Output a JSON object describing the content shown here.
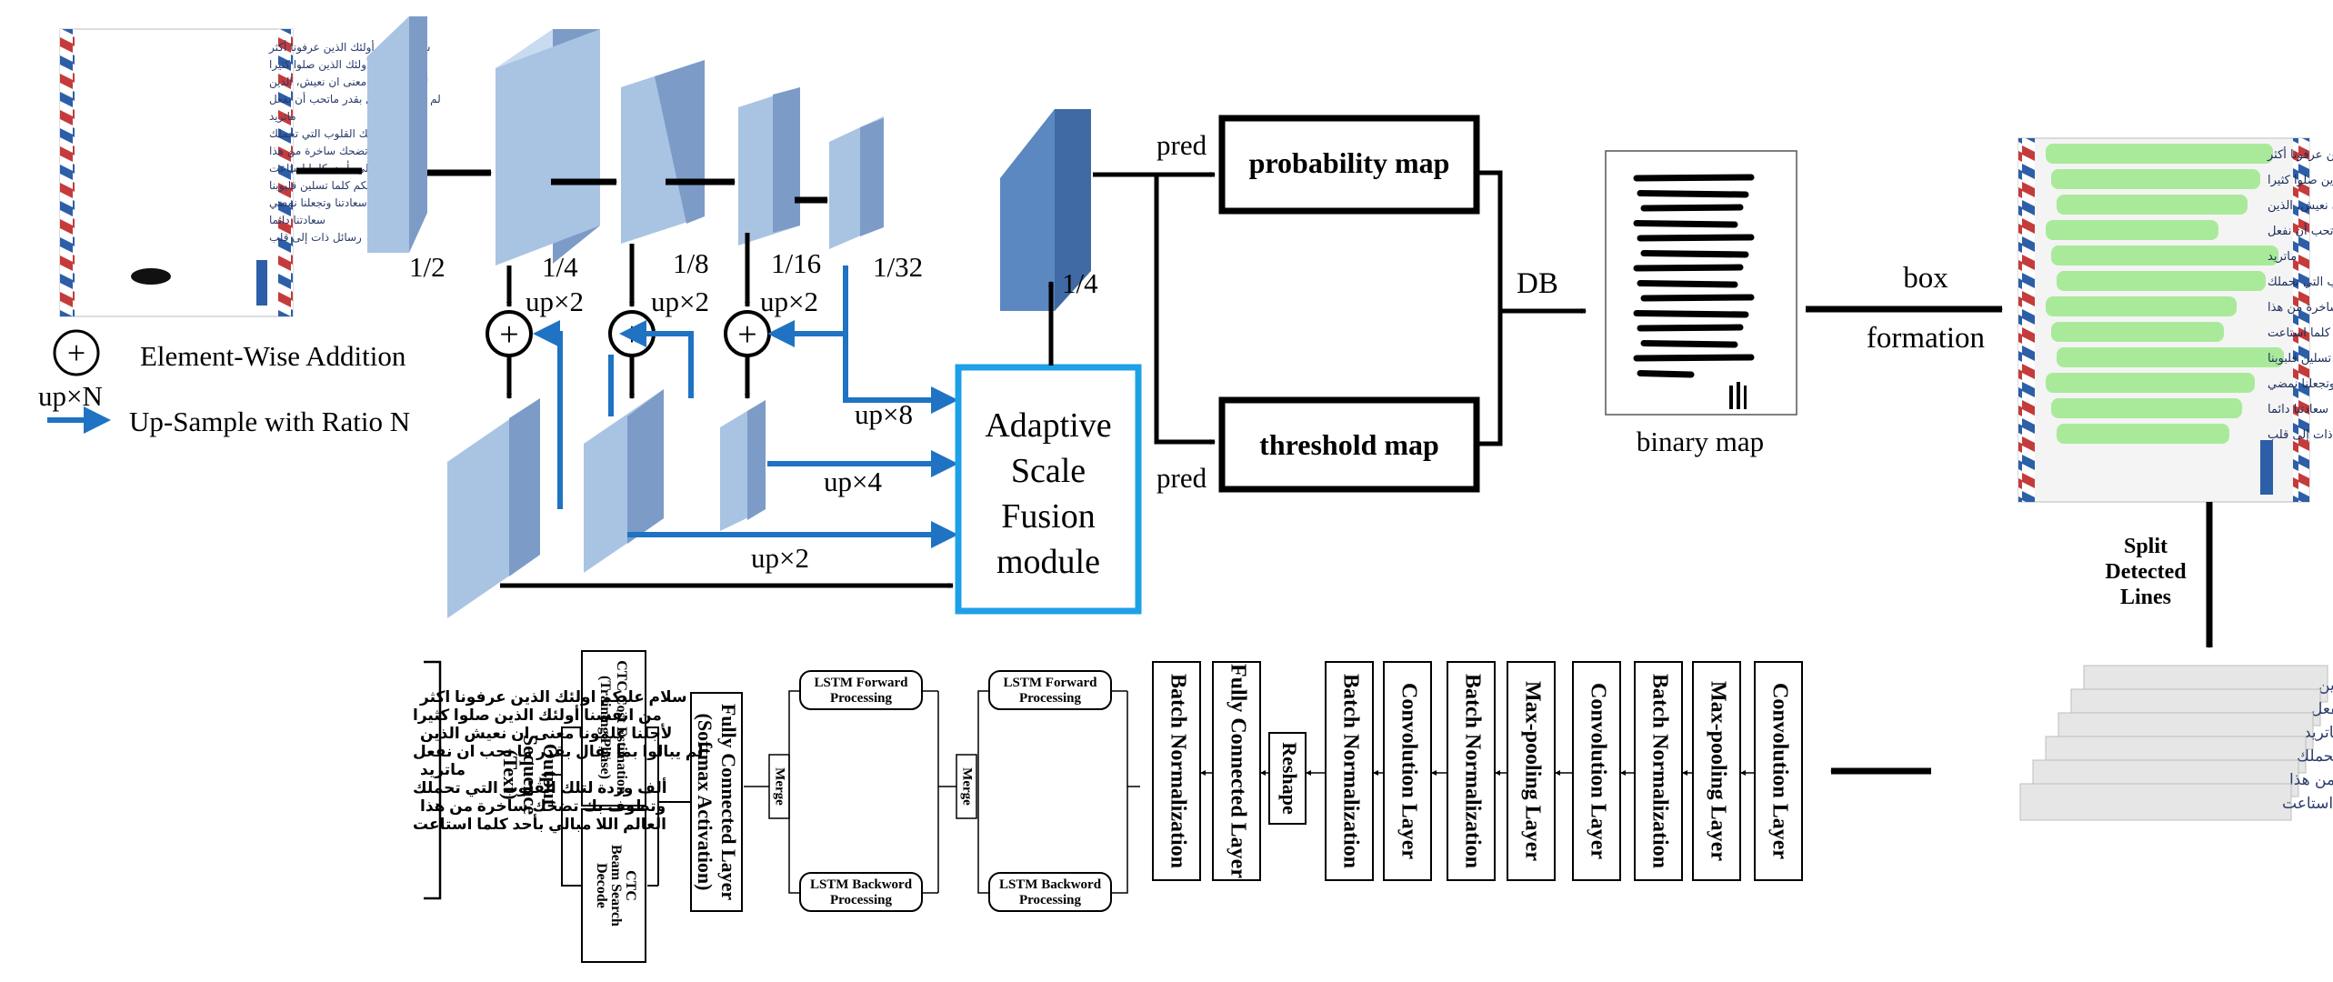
{
  "scales": [
    "1/2",
    "1/4",
    "1/8",
    "1/16",
    "1/32"
  ],
  "upsample_labels": {
    "up_x2": "up×2",
    "up_x4": "up×4",
    "up_x8": "up×8"
  },
  "legend": {
    "plus_symbol": "+",
    "element_wise_addition": "Element-Wise Addition",
    "up_n": "up×N",
    "upsample_ratio": "Up-Sample with Ratio N"
  },
  "asf_module": [
    "Adaptive",
    "Scale",
    "Fusion",
    "module"
  ],
  "asf_out_scale": "1/4",
  "pred_label": "pred",
  "probability_map": "probability map",
  "threshold_map": "threshold map",
  "db_label": "DB",
  "binary_map": "binary map",
  "box_formation": [
    "box",
    "formation"
  ],
  "split_detected_lines": [
    "Split",
    "Detected",
    "Lines"
  ],
  "recognition_layers": [
    "Convolution Layer",
    "Max-pooling Layer",
    "Batch Normalization",
    "Convolution Layer",
    "Max-pooling Layer",
    "Batch Normalization",
    "Convolution Layer",
    "Batch Normalization",
    "Reshape",
    "Fully Connected Layer",
    "Batch Normalization"
  ],
  "lstm_forward": [
    "LSTM Forward",
    "Processing"
  ],
  "lstm_backward": [
    "LSTM Backword",
    "Processing"
  ],
  "merge": "Merge",
  "fully_connected_softmax": [
    "Fully Connected Layer",
    "(Softmax Activation)"
  ],
  "ctc_cost": [
    "CTC Cost Estimation",
    "(Training Phase)"
  ],
  "ctc_decode": [
    "CTC",
    "Beam Search",
    "Decode"
  ],
  "output_sequence": [
    "Output",
    "Sequence",
    "(Text)"
  ],
  "output_text_lines": [
    "سلام عليكم اولئك الذين عرفونا اكثر",
    "من انفسنا أولئك الذين صلوا كثيرا",
    "لأجلنا علمونا معنى ان نعيش الذين",
    "لم يبالوا بما يقال بقدر ما نحب ان نفعل",
    "ماتريد",
    "ألف وردة لتلك القلوب التي تحملك",
    "وتطوف بك تضحك ساخرة من هذا",
    "العالم اللا مبالي بأحد كلما استاعت"
  ],
  "letter_lines": [
    "سلام عليكم أولئك الذين عرفونا أكثر",
    "من أنفسنا، أولئك الذين صلوا كثيرا",
    "لأجلنا، علمونا معنى ان نعيش، الذين",
    "لم يبالوا بما يقال بقدر ماتحب أن نفعل",
    "ماتريد",
    "ألف وردة لتلك القلوب التي تحملك",
    "وتطوف بك، تضحك ساخرة من هذا",
    "العالم اللا مبالي بأحد، كلما استاعت",
    "سلام عليكم كلما تسلين قلبوبنا",
    "حطاتنا سعادتنا وتجعلنا نمضي",
    "سعادتنا دائما",
    "رسائل ذات إلى قلب"
  ],
  "colors": {
    "block_front": "#a9c3e3",
    "block_side": "#7c9cc7",
    "block_top": "#c9dbf0",
    "asf_block_front": "#5b88c0",
    "asf_block_side": "#3f6aa3",
    "upsample_arrow": "#1f73c2",
    "asf_border": "#1ea0e6",
    "highlight_green": "#9be88a"
  }
}
